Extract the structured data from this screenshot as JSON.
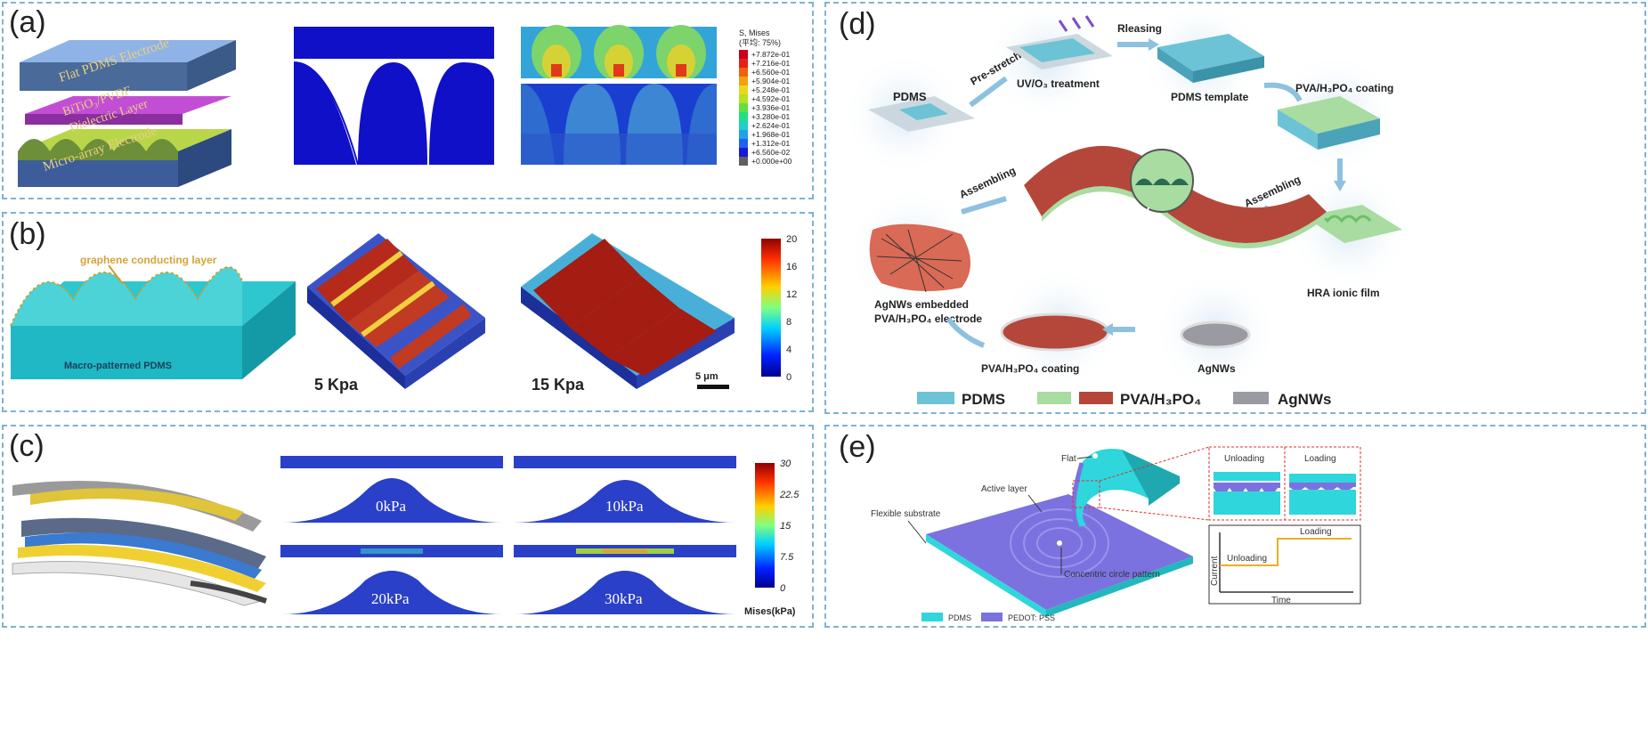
{
  "panels": {
    "a": {
      "label": "(a)",
      "layers": [
        "Flat PDMS Electrode",
        "BiTiO₃/PVDF",
        "Dielectric Layer",
        "Micro-array Electrode"
      ],
      "legend_title": "S, Mises",
      "legend_subtitle": "(平均: 75%)",
      "legend_values": [
        "+7.872e-01",
        "+7.216e-01",
        "+6.560e-01",
        "+5.904e-01",
        "+5.248e-01",
        "+4.592e-01",
        "+3.936e-01",
        "+3.280e-01",
        "+2.624e-01",
        "+1.968e-01",
        "+1.312e-01",
        "+6.560e-02",
        "+0.000e+00"
      ]
    },
    "b": {
      "label": "(b)",
      "graphene_label": "graphene conducting layer",
      "substrate_label": "Macro-patterned PDMS",
      "pressure1": "5 Kpa",
      "pressure2": "15 Kpa",
      "scale_bar": "5 μm",
      "colorbar_ticks": [
        "20",
        "16",
        "12",
        "8",
        "4",
        "0"
      ]
    },
    "c": {
      "label": "(c)",
      "pressures": [
        "0kPa",
        "10kPa",
        "20kPa",
        "30kPa"
      ],
      "colorbar_ticks": [
        "30",
        "22.5",
        "15",
        "7.5",
        "0"
      ],
      "colorbar_title": "Mises(kPa)"
    },
    "d": {
      "label": "(d)",
      "steps": {
        "pdms": "PDMS",
        "prestretch": "Pre-stretch",
        "uvo3": "UV/O₃ treatment",
        "releasing": "Rleasing",
        "template": "PDMS template",
        "pva_coating": "PVA/H₃PO₄ coating",
        "hra": "HRA ionic film",
        "assembling_right": "Assembling",
        "assembling_left": "Assembling",
        "agnws": "AgNWs",
        "pva_coating2": "PVA/H₃PO₄ coating",
        "electrode_line1": "AgNWs embedded",
        "electrode_line2": "PVA/H₃PO₄ electrode"
      },
      "legend": [
        "PDMS",
        "PVA/H₃PO₄",
        "AgNWs"
      ],
      "colors": {
        "pdms": "#6cc3d5",
        "pva_green": "#a8dca0",
        "pva_red": "#b5473a",
        "agnws": "#9a9aa2"
      }
    },
    "e": {
      "label": "(e)",
      "flat": "Flat",
      "active_layer": "Active layer",
      "flexible_substrate": "Flexible substrate",
      "concentric": "Concentric circle pattern",
      "unloading": "Unloading",
      "loading": "Loading",
      "graph_unloading": "Unloading",
      "graph_loading": "Loading",
      "axis_y": "Current",
      "axis_x": "Time",
      "legend": [
        "PDMS",
        "PEDOT: PSS"
      ],
      "colors": {
        "pdms": "#2fd6dc",
        "pedot": "#7b72e0"
      }
    }
  }
}
